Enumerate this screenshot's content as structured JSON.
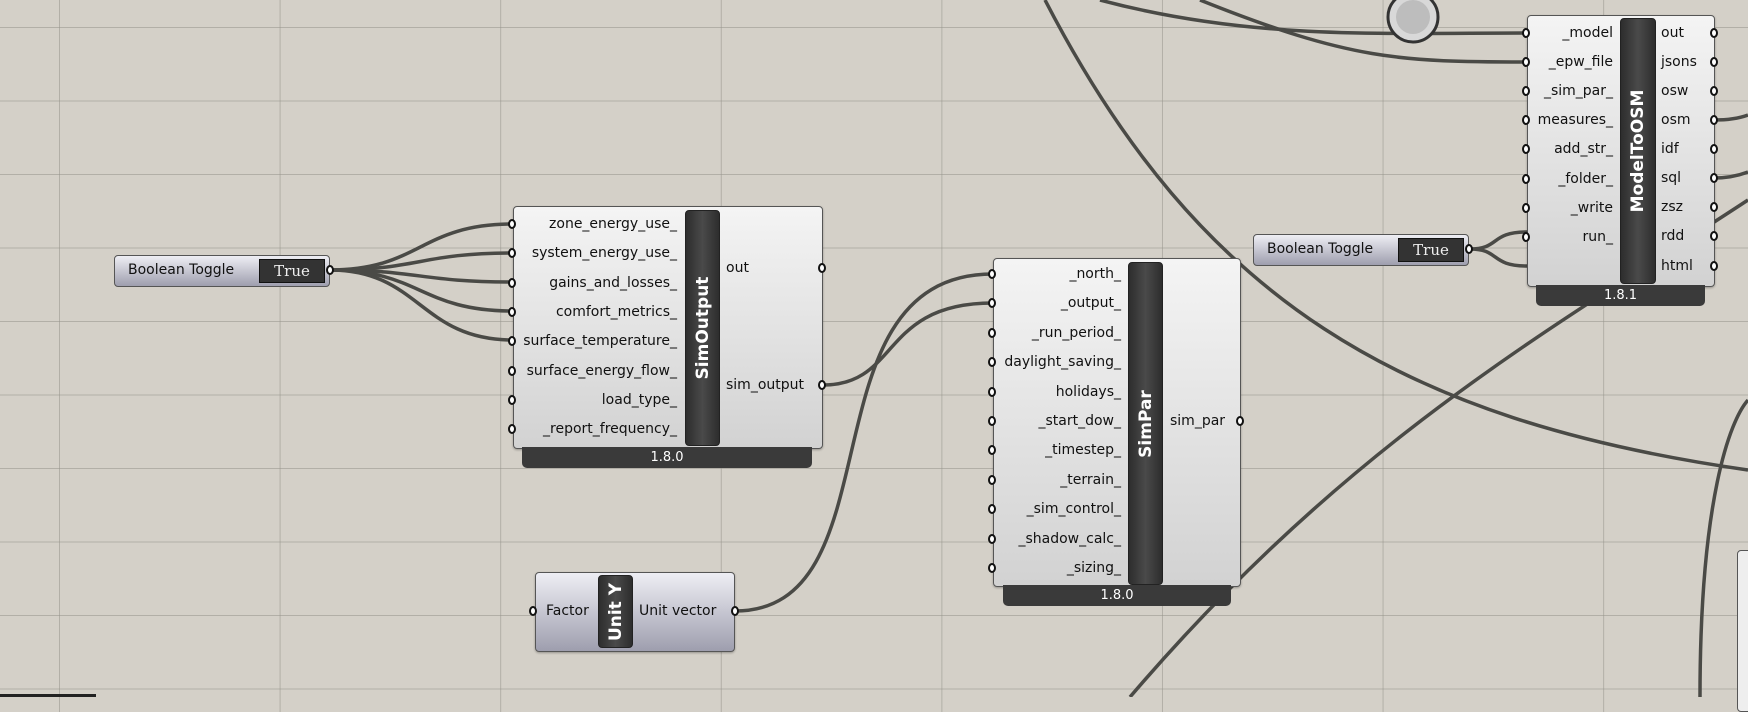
{
  "sim_output": {
    "title": "SimOutput",
    "version": "1.8.0",
    "inputs": [
      "zone_energy_use_",
      "system_energy_use_",
      "gains_and_losses_",
      "comfort_metrics_",
      "surface_temperature_",
      "surface_energy_flow_",
      "load_type_",
      "_report_frequency_"
    ],
    "outputs": [
      "out",
      "sim_output"
    ]
  },
  "sim_par": {
    "title": "SimPar",
    "version": "1.8.0",
    "inputs": [
      "_north_",
      "_output_",
      "_run_period_",
      "daylight_saving_",
      "holidays_",
      "_start_dow_",
      "_timestep_",
      "_terrain_",
      "_sim_control_",
      "_shadow_calc_",
      "_sizing_"
    ],
    "outputs": [
      "sim_par"
    ]
  },
  "model_to_osm": {
    "title": "ModelToOSM",
    "version": "1.8.1",
    "inputs": [
      "_model",
      "_epw_file",
      "_sim_par_",
      "measures_",
      "add_str_",
      "_folder_",
      "_write",
      "run_"
    ],
    "outputs": [
      "out",
      "jsons",
      "osw",
      "osm",
      "idf",
      "sql",
      "zsz",
      "rdd",
      "html"
    ]
  },
  "unit_y": {
    "title": "Unit Y",
    "inputs": [
      "Factor"
    ],
    "outputs": [
      "Unit vector"
    ]
  },
  "toggle1": {
    "label": "Boolean Toggle",
    "value": "True"
  },
  "toggle2": {
    "label": "Boolean Toggle",
    "value": "True"
  }
}
